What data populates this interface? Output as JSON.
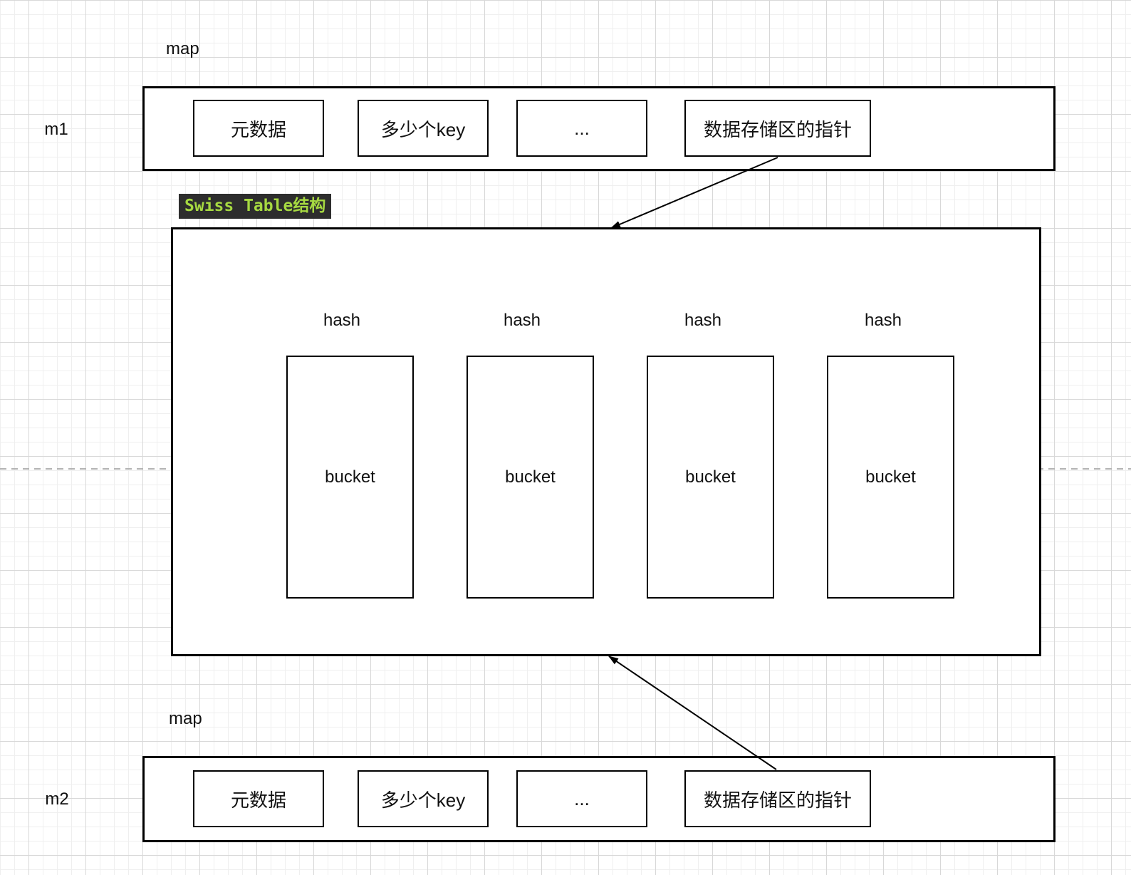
{
  "diagram": {
    "m1": {
      "map_label": "map",
      "name": "m1",
      "fields": [
        "元数据",
        "多少个key",
        "...",
        "数据存储区的指针"
      ]
    },
    "swiss_table": {
      "title": "Swiss Table结构",
      "hash_labels": [
        "hash",
        "hash",
        "hash",
        "hash"
      ],
      "buckets": [
        "bucket",
        "bucket",
        "bucket",
        "bucket"
      ]
    },
    "m2": {
      "map_label": "map",
      "name": "m2",
      "fields": [
        "元数据",
        "多少个key",
        "...",
        "数据存储区的指针"
      ]
    },
    "connections": [
      {
        "from": "m1.数据存储区的指针",
        "to": "Swiss Table结构"
      },
      {
        "from": "m2.数据存储区的指针",
        "to": "Swiss Table结构"
      }
    ],
    "colors": {
      "highlight_bg": "#2d2d2d",
      "highlight_text": "#a6d941",
      "line": "#000000",
      "dashed_line": "#b3b3b3"
    }
  }
}
